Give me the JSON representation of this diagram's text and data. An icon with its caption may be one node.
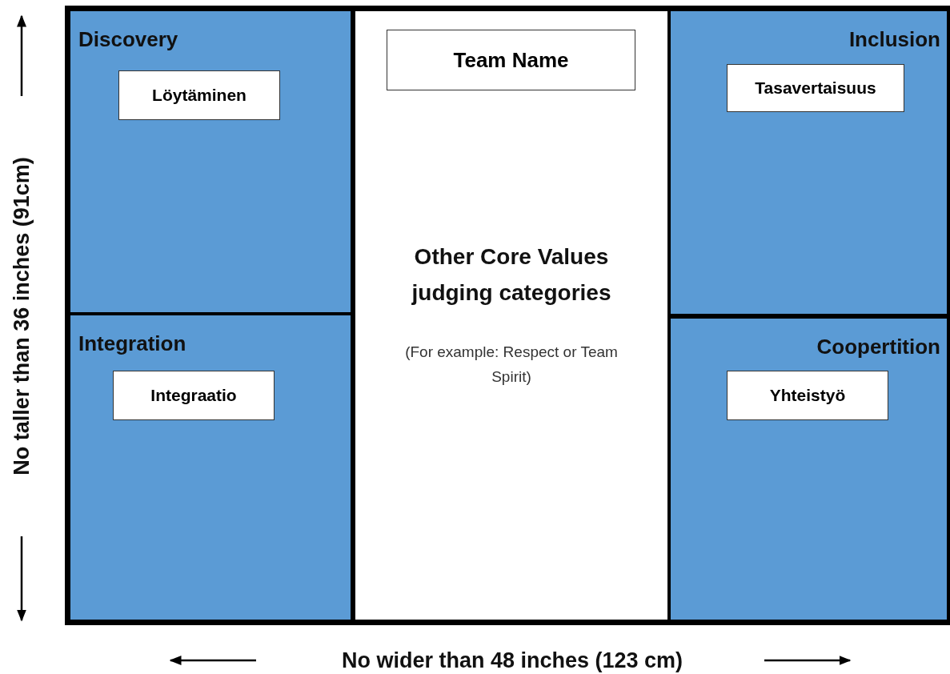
{
  "diagram": {
    "nodes": [
      {
        "text": [
          "Discovery"
        ]
      },
      {
        "text": [
          "Löytäminen"
        ],
        "in": 0
      },
      {
        "text": [
          "Integration"
        ]
      },
      {
        "text": [
          "Integraatio"
        ],
        "in": 2
      },
      {
        "text": [
          "Other Core Values judging categories",
          "(For example: Respect or Team Spirit)"
        ]
      },
      {
        "text": [
          "Team Name"
        ],
        "in": 4
      },
      {
        "text": [
          "Inclusion"
        ]
      },
      {
        "text": [
          "Tasavertaisuus"
        ],
        "in": 6
      },
      {
        "text": [
          "Coopertition"
        ]
      },
      {
        "text": [
          "Yhteistyö"
        ],
        "in": 8
      }
    ],
    "labels": [
      "No taller than 36 inches (91cm)",
      "No wider than 48 inches (123 cm)"
    ]
  }
}
